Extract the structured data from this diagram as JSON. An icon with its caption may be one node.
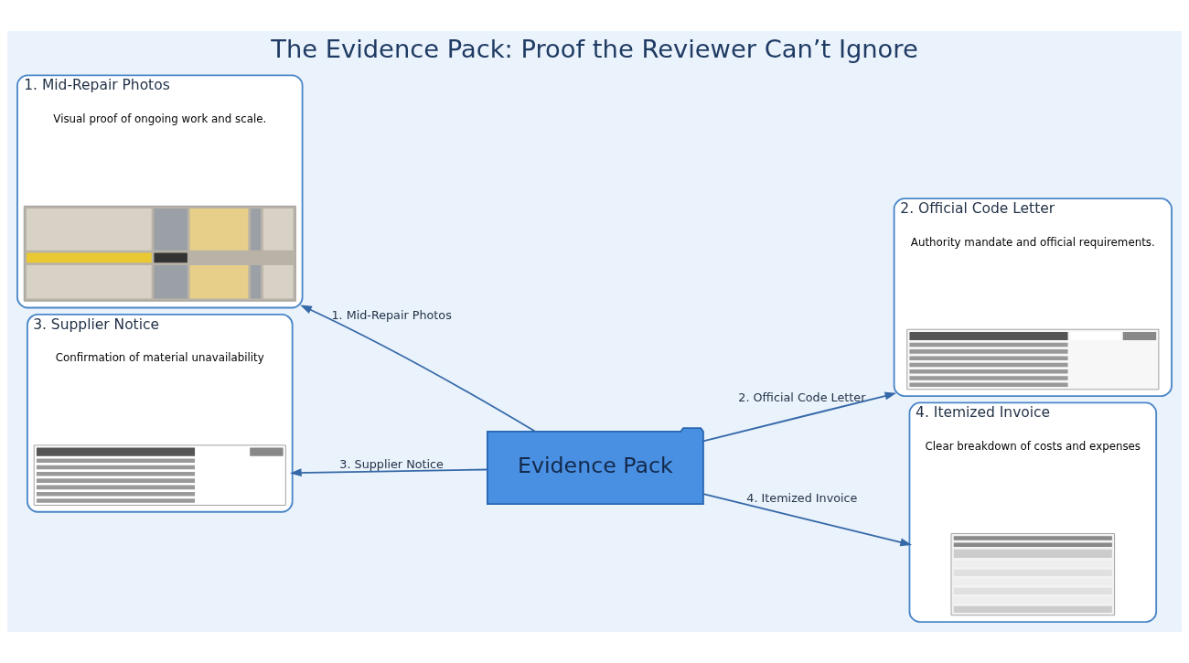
{
  "diagram": {
    "title": "The Evidence Pack: Proof the Reviewer Can’t Ignore",
    "nodes": [
      {
        "text": [
          "1. Mid-Repair Photos"
        ],
        "beside": [
          "Visual proof of ongoing work and scale."
        ]
      },
      {
        "text": [],
        "shape": "picture",
        "in": 0
      },
      {
        "text": [
          "2. Official Code Letter"
        ],
        "beside": [
          "Authority mandate and official requirements."
        ]
      },
      {
        "text": [],
        "shape": "picture",
        "in": 2
      },
      {
        "text": [
          "Evidence Pack"
        ]
      },
      {
        "text": [
          "3. Supplier Notice"
        ],
        "beside": [
          "Confirmation of material unavailability"
        ]
      },
      {
        "text": [],
        "shape": "picture",
        "in": 5
      },
      {
        "text": [
          "4. Itemized Invoice"
        ],
        "beside": [
          "Clear breakdown of costs and expenses"
        ]
      },
      {
        "text": [],
        "shape": "picture",
        "in": 7
      }
    ],
    "edges": [
      {
        "from": 4,
        "to": 0,
        "arrow": "to",
        "label": "1. Mid-Repair Photos"
      },
      {
        "from": 4,
        "to": 2,
        "arrow": "to",
        "label": "2. Official Code Letter"
      },
      {
        "from": 4,
        "to": 5,
        "arrow": "to",
        "label": "3. Supplier Notice"
      },
      {
        "from": 4,
        "to": 7,
        "arrow": "to",
        "label": "4. Itemized Invoice"
      }
    ]
  }
}
